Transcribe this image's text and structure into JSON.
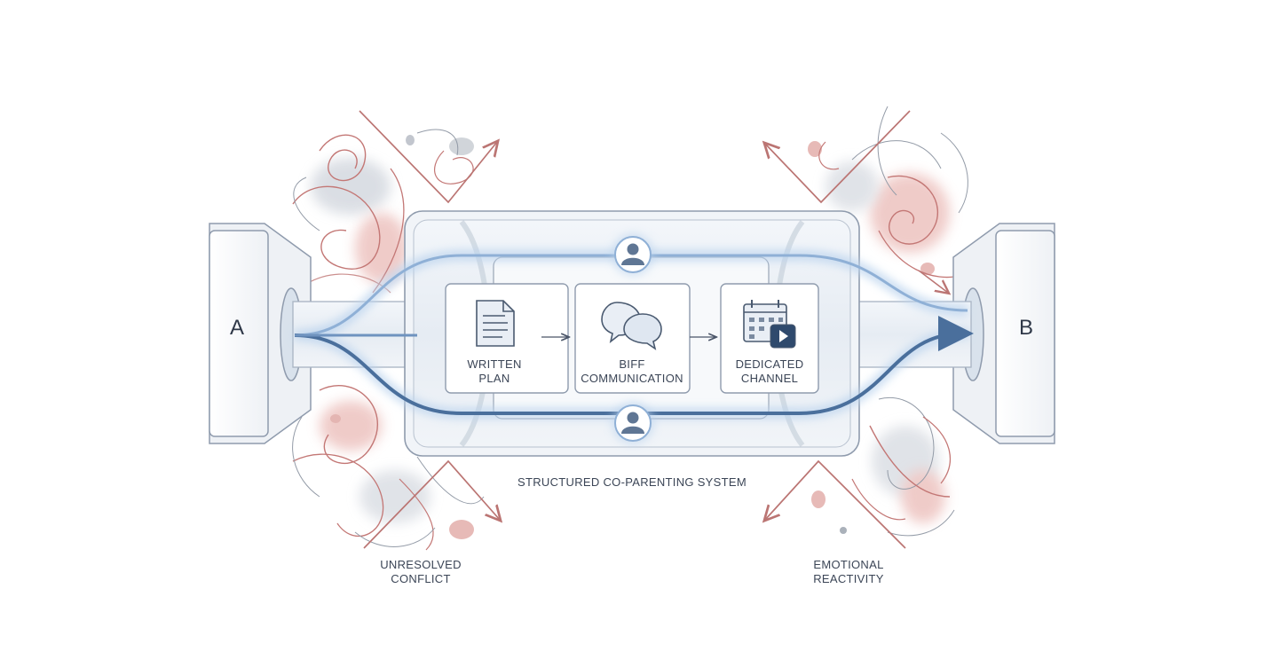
{
  "endpoints": {
    "start": "A",
    "end": "B"
  },
  "steps": [
    {
      "line1": "WRITTEN",
      "line2": "PLAN",
      "icon": "document-icon"
    },
    {
      "line1": "BIFF",
      "line2": "COMMUNICATION",
      "icon": "chat-bubbles-icon"
    },
    {
      "line1": "DEDICATED",
      "line2": "CHANNEL",
      "icon": "calendar-video-icon"
    }
  ],
  "system_caption": "STRUCTURED CO-PARENTING SYSTEM",
  "forces": {
    "left": {
      "line1": "UNRESOLVED",
      "line2": "CONFLICT"
    },
    "right": {
      "line1": "EMOTIONAL",
      "line2": "REACTIVITY"
    }
  },
  "colors": {
    "flow_blue": "#4a6f9c",
    "glow_blue": "#bcd4ee",
    "turbulence_red": "#c0706e",
    "panel_stroke": "#8f9bad",
    "text": "#3b4556"
  }
}
